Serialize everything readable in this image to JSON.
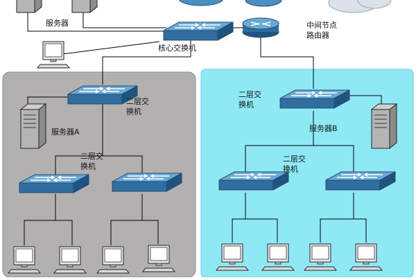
{
  "labels": {
    "server_top": "服务器",
    "core_switch": "核心交换机",
    "router": "中间节点\n路由器",
    "l2_left_top": "二层交\n换机",
    "server_a": "服务器A",
    "l2_left_mid": "二层交\n换机",
    "l2_right_top": "二层交\n换机",
    "server_b": "服务器B",
    "l2_right_mid": "二层交\n换机"
  },
  "colors": {
    "left_zone_fill": "#b3b0b0",
    "right_zone_fill": "#8fe9f5",
    "switch_fill": "#3d7fb4",
    "router_fill": "#4b8fc2",
    "line": "#000000",
    "cloud_fill": "#dbe3ea"
  },
  "icons": {
    "switch": "switch-icon",
    "router": "router-icon",
    "server": "server-icon",
    "computer": "computer-icon",
    "cloud": "cloud-icon"
  }
}
